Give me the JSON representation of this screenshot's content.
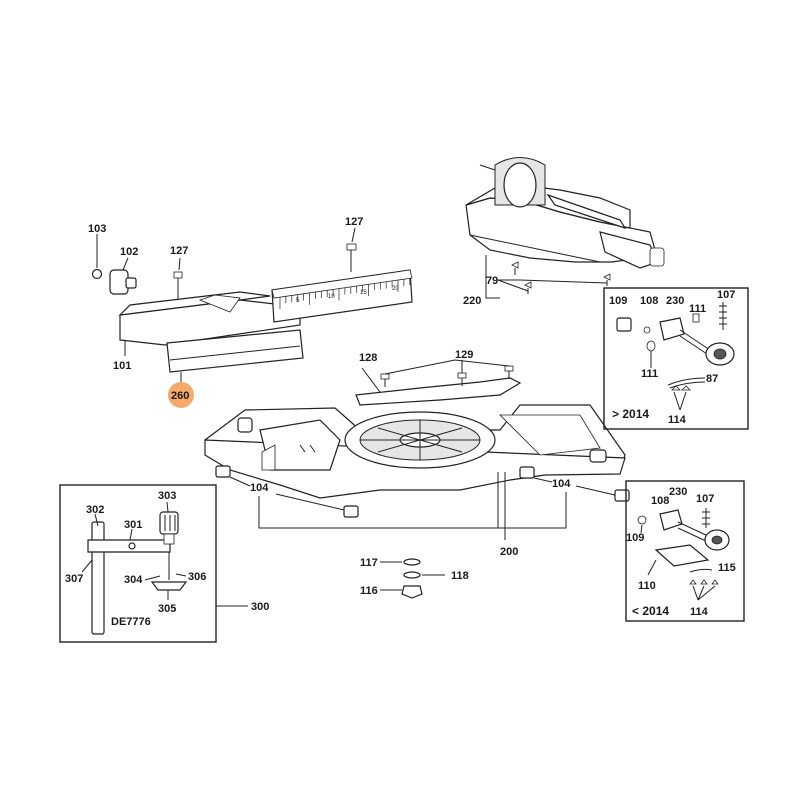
{
  "labels": {
    "l103": "103",
    "l102": "102",
    "l127a": "127",
    "l127b": "127",
    "l101": "101",
    "l260": "260",
    "l128": "128",
    "l129": "129",
    "l79": "79",
    "l220": "220",
    "l104a": "104",
    "l104b": "104",
    "l200": "200",
    "l117": "117",
    "l118": "118",
    "l116": "116",
    "l302": "302",
    "l303": "303",
    "l301": "301",
    "l307": "307",
    "l304": "304",
    "l306": "306",
    "l305": "305",
    "l300": "300",
    "model": "DE7776",
    "r109": "109",
    "r108": "108",
    "r230": "230",
    "r111a": "111",
    "r107": "107",
    "r111b": "111",
    "r87": "87",
    "r114": "114",
    "revision_new": "> 2014",
    "s108": "108",
    "s230": "230",
    "s107": "107",
    "s109": "109",
    "s110": "110",
    "s115": "115",
    "s114": "114",
    "revision_old": "< 2014"
  },
  "scale_numbers": [
    "5",
    "10",
    "15",
    "20"
  ],
  "colors": {
    "highlight": "#f5a96b",
    "line": "#222222"
  }
}
